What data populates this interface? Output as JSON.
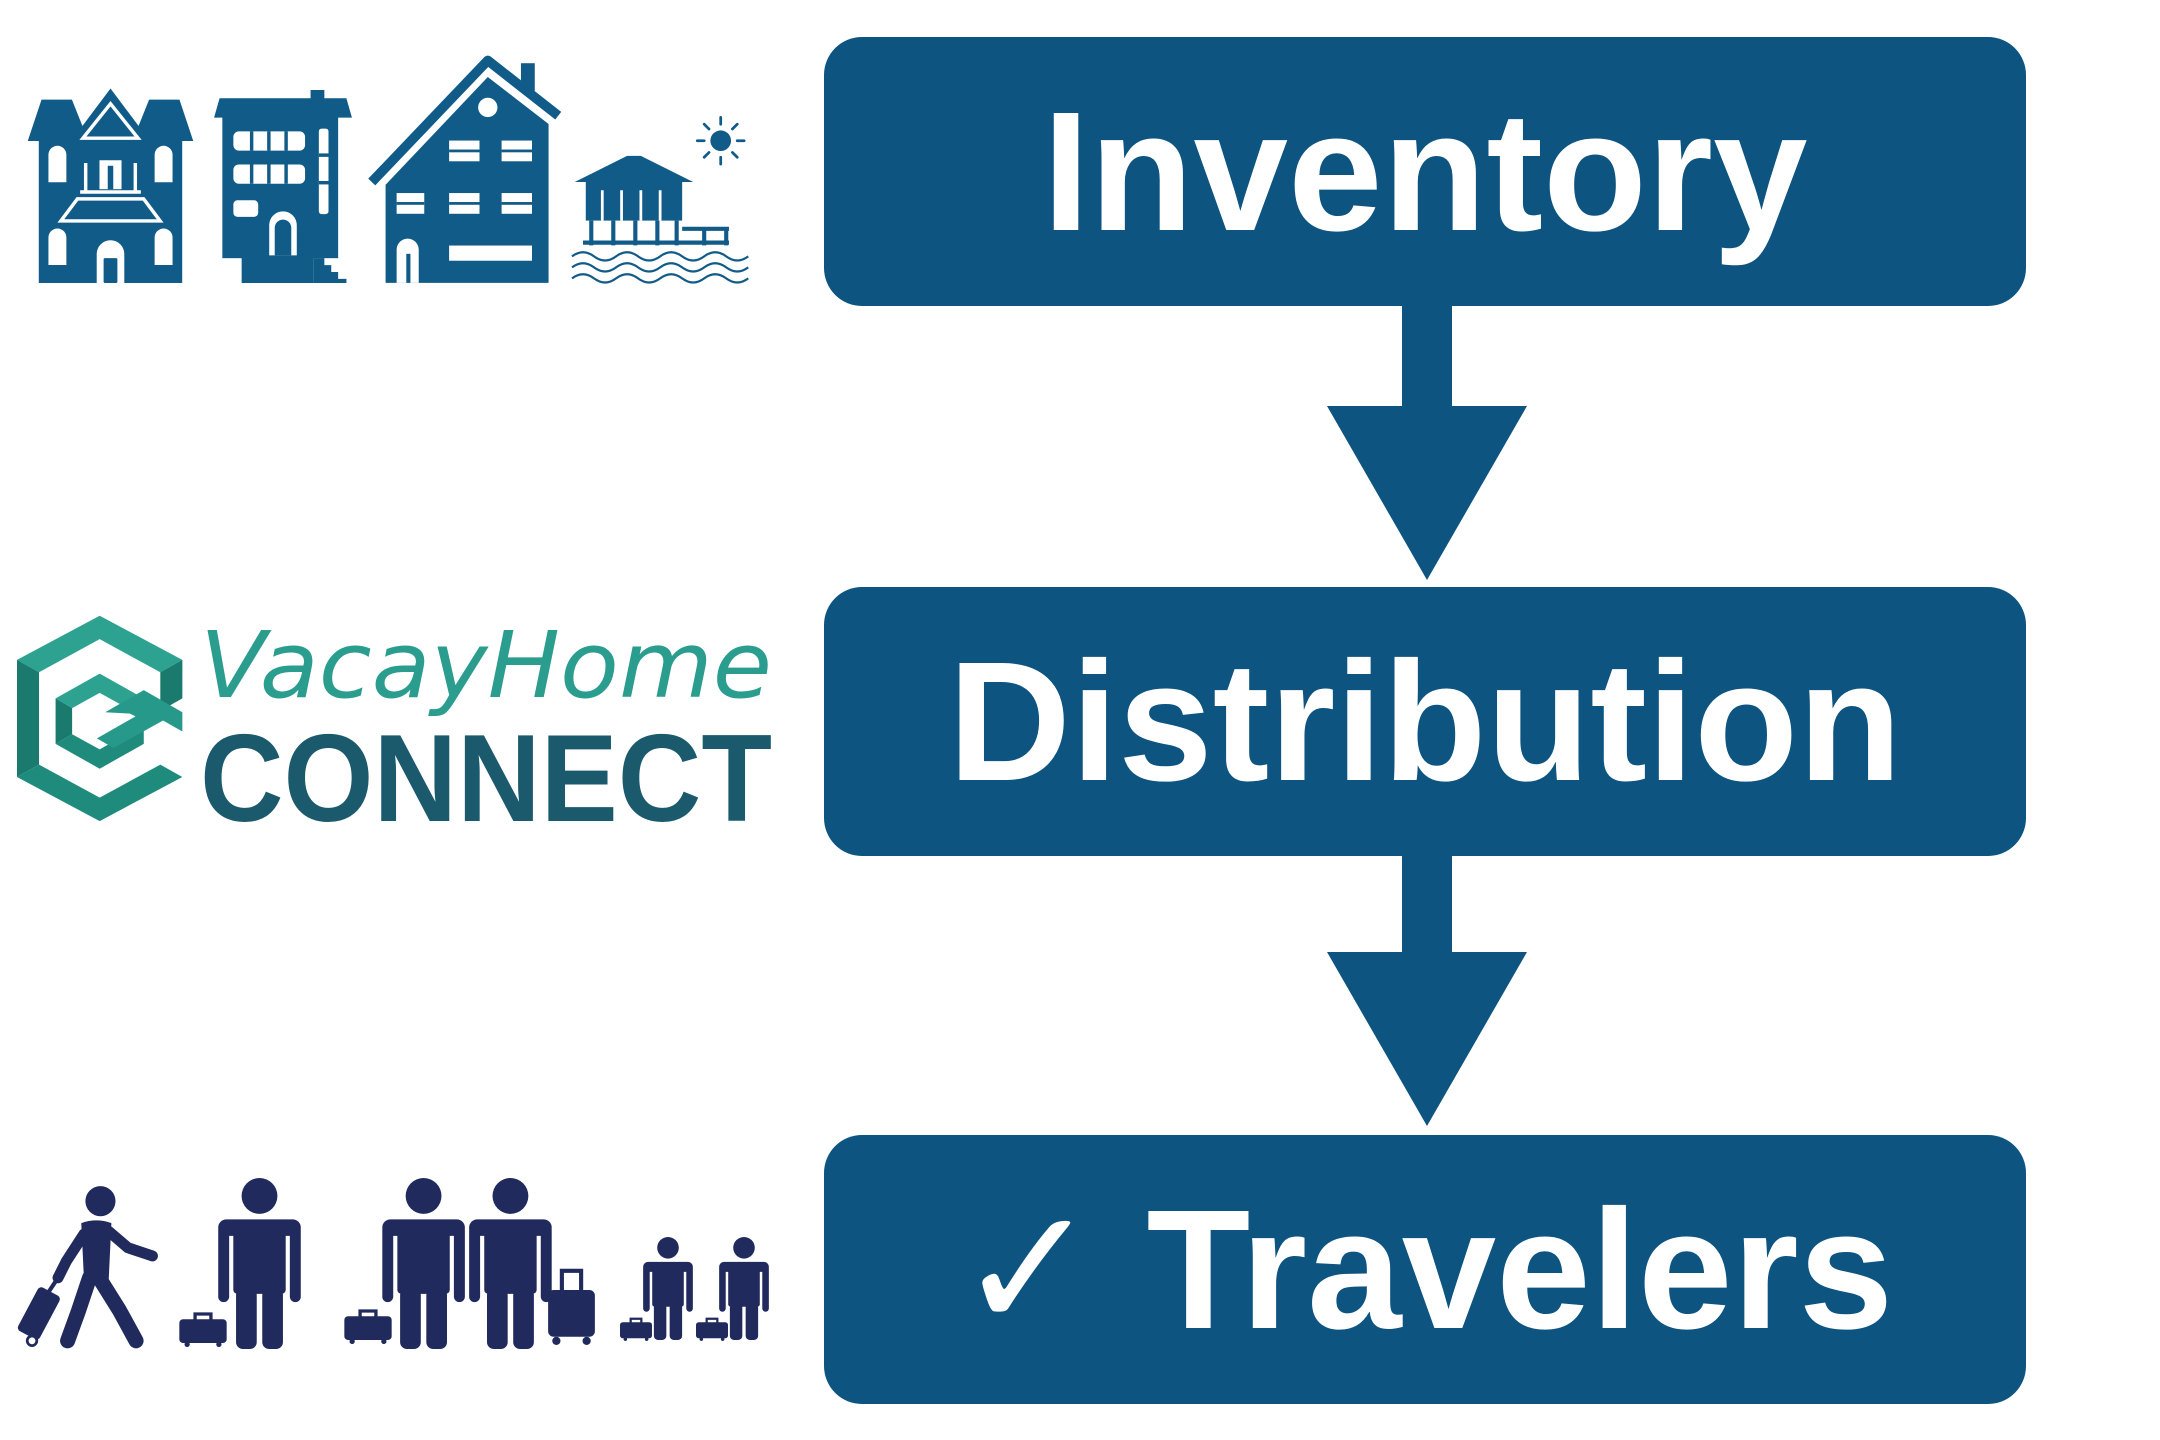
{
  "diagram": {
    "steps": [
      {
        "label": "Inventory"
      },
      {
        "label": "Distribution"
      },
      {
        "label": "✓ Travelers"
      }
    ],
    "arrows": [
      {
        "from": 0,
        "to": 1
      },
      {
        "from": 1,
        "to": 2
      }
    ]
  },
  "logo": {
    "script_text": "VacayHome",
    "wordmark": "CONNECT",
    "mark_icon": "hexagon-logo-mark-icon"
  },
  "illustrations": {
    "inventory_row": [
      "victorian-house-icon",
      "townhouse-icon",
      "three-story-house-icon",
      "beach-house-icon",
      "sun-icon"
    ],
    "travelers_row": [
      "walking-traveler-icon",
      "suitcase-icon",
      "traveler-icon",
      "suitcase-icon",
      "couple-travelers-icon",
      "rolling-suitcase-icon",
      "suitcase-icon",
      "child-traveler-icon",
      "suitcase-icon",
      "child-traveler-icon"
    ]
  },
  "colors": {
    "step_box": "#0d5480",
    "arrow": "#0d5480",
    "step_text": "#ffffff",
    "houses": "#115b89",
    "logo_teal": "#2a9d8f",
    "logo_dark": "#1b5a6c",
    "travelers": "#202a5c",
    "background": "#ffffff"
  }
}
